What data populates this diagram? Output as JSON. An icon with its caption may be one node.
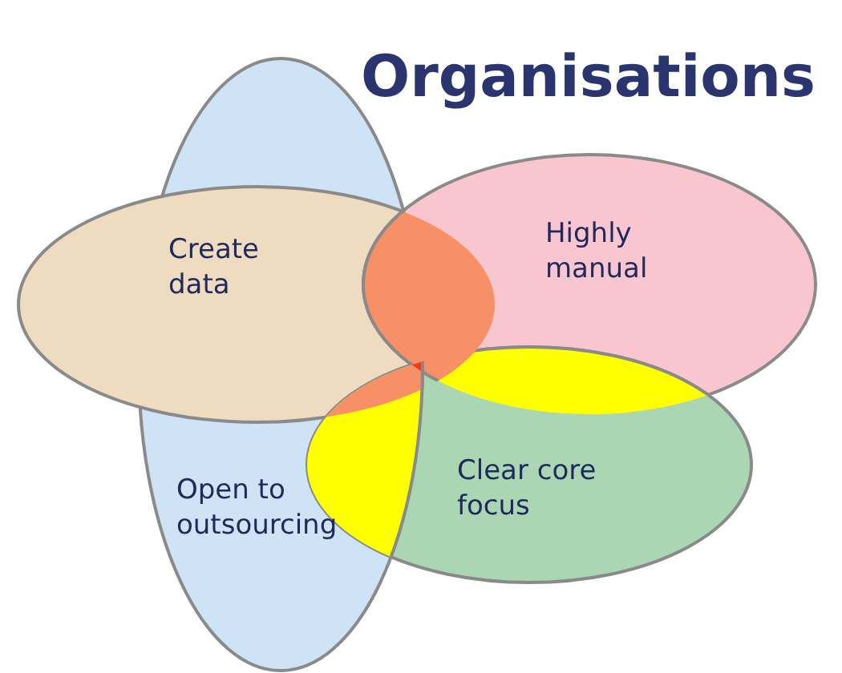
{
  "diagram": {
    "title": "Organisations",
    "nodes": [
      {
        "text": [
          "Create data"
        ]
      },
      {
        "text": [
          "Highly manual"
        ]
      },
      {
        "text": [
          "Open to outsourcing"
        ]
      },
      {
        "text": [
          "Clear core focus"
        ]
      }
    ],
    "edges": []
  }
}
